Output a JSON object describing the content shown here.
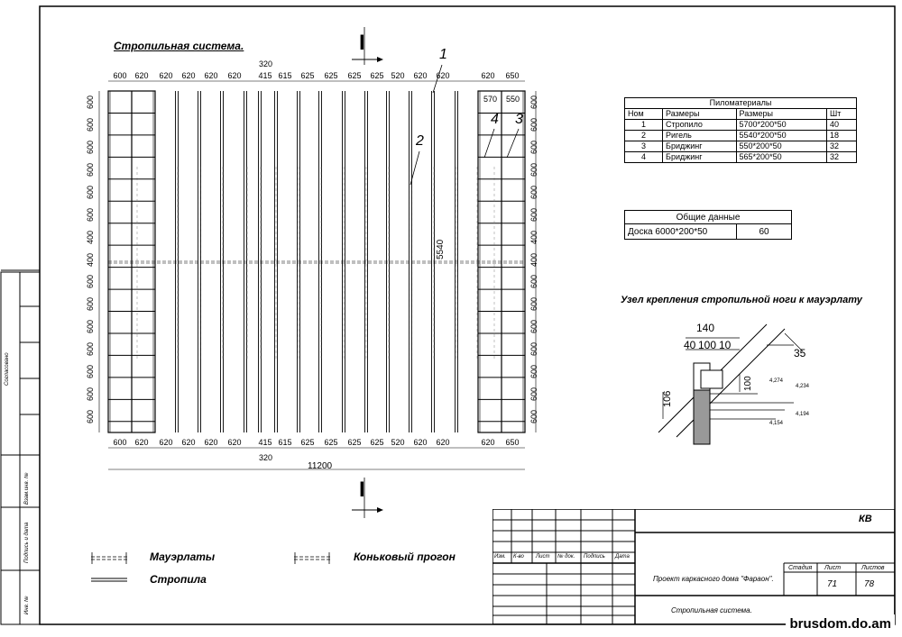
{
  "drawing_title": "Стропильная система.",
  "section_mark": "I",
  "callouts": {
    "c1": "1",
    "c2": "2",
    "c3": "3",
    "c4": "4"
  },
  "top_dims": [
    "600",
    "620",
    "620",
    "620",
    "620",
    "620",
    "415",
    "615",
    "625",
    "625",
    "625",
    "625",
    "520",
    "620",
    "620",
    "620",
    "650"
  ],
  "top_dim_320": "320",
  "bottom_dims": [
    "600",
    "620",
    "620",
    "620",
    "620",
    "620",
    "415",
    "615",
    "625",
    "625",
    "625",
    "625",
    "520",
    "620",
    "620",
    "620",
    "650"
  ],
  "bottom_dim_320": "320",
  "total_length": "11200",
  "height_dim": "5540",
  "left_dims": [
    "600",
    "600",
    "600",
    "600",
    "600",
    "600",
    "400",
    "400",
    "600",
    "600",
    "600",
    "600",
    "600",
    "600",
    "600"
  ],
  "right_dims": [
    "600",
    "600",
    "600",
    "600",
    "600",
    "600",
    "400",
    "400",
    "600",
    "600",
    "600",
    "600",
    "600",
    "600",
    "600"
  ],
  "top_inner_dims": {
    "a": "570",
    "b": "550"
  },
  "materials_table": {
    "title": "Пиломатериалы",
    "headers": [
      "Ном",
      "Размеры",
      "Размеры",
      "Шт"
    ],
    "rows": [
      [
        "1",
        "Стропило",
        "5700*200*50",
        "40"
      ],
      [
        "2",
        "Ригель",
        "5540*200*50",
        "18"
      ],
      [
        "3",
        "Бриджинг",
        "550*200*50",
        "32"
      ],
      [
        "4",
        "Бриджинг",
        "565*200*50",
        "32"
      ]
    ]
  },
  "general_table": {
    "title": "Общие данные",
    "row": [
      "Доска 6000*200*50",
      "60"
    ]
  },
  "node_title": "Узел крепления стропильной ноги к мауэрлату",
  "node_dims": {
    "d140": "140",
    "d40": "40",
    "d100a": "100",
    "d10": "10",
    "d35": "35",
    "d100b": "100",
    "d106": "106",
    "e1": "4,274",
    "e2": "4,234",
    "e3": "4,194",
    "e4": "4,154"
  },
  "legend": {
    "mauerlat": "Мауэрлаты",
    "ridge": "Коньковый прогон",
    "rafter": "Стропила"
  },
  "stamp": {
    "code": "КВ",
    "cols": [
      "Изм.",
      "К-во",
      "Лист",
      "№ док.",
      "Подпись",
      "Дата"
    ],
    "project": "Проект каркасного дома \"Фараон\".",
    "stage_lbl": "Стадия",
    "sheet_lbl": "Лист",
    "sheets_lbl": "Листов",
    "sheet": "71",
    "sheets": "78",
    "sheet_name": "Стропильная система."
  },
  "side_labels": {
    "agreed": "Согласовано",
    "inv_repl": "Взам.инв. №",
    "sign_date": "Подпись и дата",
    "inv_orig": "Инв. №"
  },
  "watermark": "brusdom.do.am"
}
